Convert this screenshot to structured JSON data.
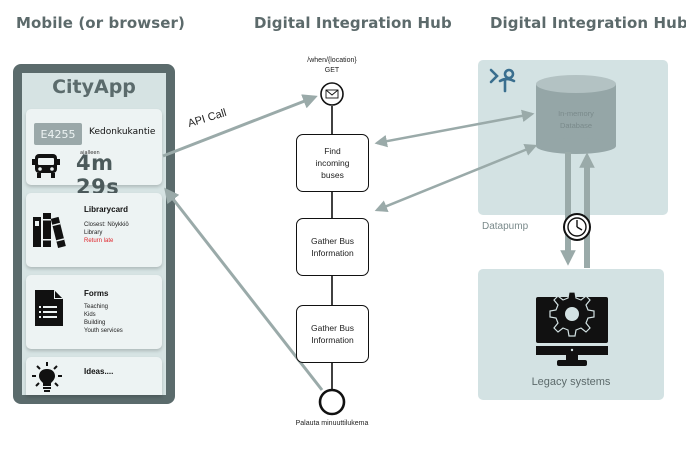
{
  "columns": {
    "mobile_title": "Mobile (or browser)",
    "hub_title": "Digital Integration Hub",
    "backend_title": "Digital Integration Hub"
  },
  "phone": {
    "app_name": "CityApp",
    "bus_card": {
      "stop_code": "E4255",
      "stop_name": "Kedonkukantie",
      "eta_caption": "ajalleen",
      "eta": "4m 29s",
      "icon": "bus-icon"
    },
    "library_card": {
      "title": "Librarycard",
      "lines": [
        "Closest: Nöykkiö",
        "Library"
      ],
      "alert": "Return late",
      "icon": "books-icon"
    },
    "forms_card": {
      "title": "Forms",
      "lines": [
        "Teaching",
        "Kids",
        "Building",
        "Youth services"
      ],
      "icon": "document-list-icon"
    },
    "ideas_card": {
      "title": "Ideas....",
      "icon": "lightbulb-icon"
    }
  },
  "connections": {
    "api_call_label": "API Call"
  },
  "hub_flow": {
    "start_event": {
      "path": "/when/{location}",
      "method": "GET",
      "icon": "envelope-icon"
    },
    "steps": [
      "Find\nincoming\nbuses",
      "Gather Bus\nInformation",
      "Gather Bus\nInformation"
    ],
    "end_event": {
      "label": "Palauta minuuttilukema"
    }
  },
  "backend": {
    "database_label": "In-memory\nDatabase",
    "datapump_label": "Datapump",
    "legacy_label": "Legacy systems",
    "clock_icon": "clock-icon",
    "logo_icon": "hub-logo-icon",
    "legacy_icon": "monitor-gear-icon"
  },
  "colors": {
    "phone_frame": "#5b6b6c",
    "panel_bg": "#d3e2e3",
    "arrow": "#9aaaa9",
    "alert": "#e0262c",
    "logo": "#3a6f8f"
  }
}
